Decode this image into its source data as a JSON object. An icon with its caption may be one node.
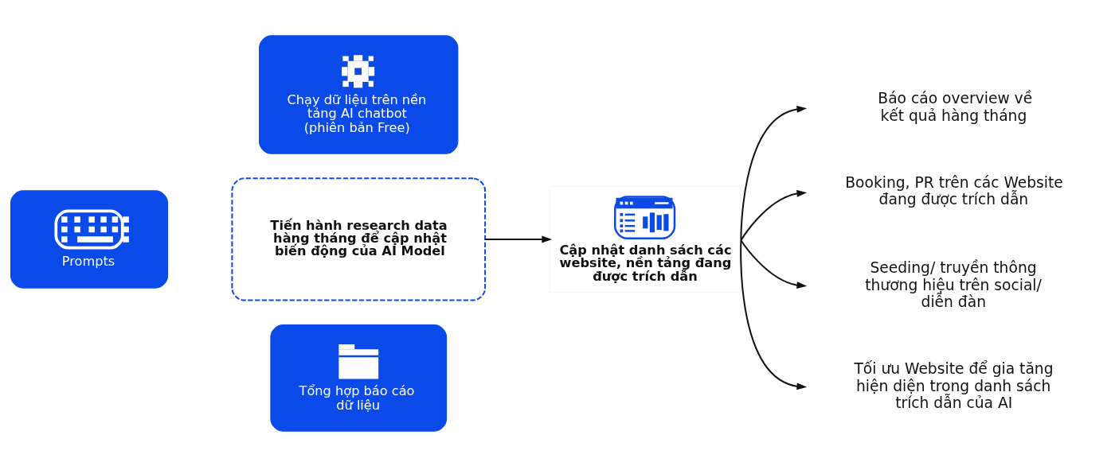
{
  "diagram": {
    "nodes": [
      {
        "text": [
          "Tiến hành research data hàng tháng để cập nhật biến động của AI Model"
        ]
      },
      {
        "text": [
          "Chạy dữ liệu trên nền tảng AI chatbot (phiên bản Free)"
        ]
      },
      {
        "text": [
          "Prompts"
        ]
      },
      {
        "text": [
          "Tổng hợp báo cáo dữ liệu"
        ]
      },
      {
        "text": [
          "Cập nhật danh sách các website, nền tảng đang được trích dẫn"
        ]
      },
      {
        "text": [
          "Báo cáo overview về kết quả hàng tháng"
        ]
      },
      {
        "text": [
          "Booking, PR trên các Website đang được trích dẫn"
        ]
      },
      {
        "text": [
          "Seeding/ truyền thông thương hiệu trên social/ diễn đàn"
        ]
      },
      {
        "text": [
          "Tối ưu Website để gia tăng hiện diện trong danh sách trích dẫn của AI"
        ]
      }
    ],
    "edges": [
      {
        "from": 0,
        "to": 4,
        "arrow": "to"
      },
      {
        "from": 4,
        "to": 5,
        "arrow": "to"
      },
      {
        "from": 4,
        "to": 6,
        "arrow": "to"
      },
      {
        "from": 4,
        "to": 7,
        "arrow": "to"
      },
      {
        "from": 4,
        "to": 8,
        "arrow": "to"
      }
    ]
  }
}
